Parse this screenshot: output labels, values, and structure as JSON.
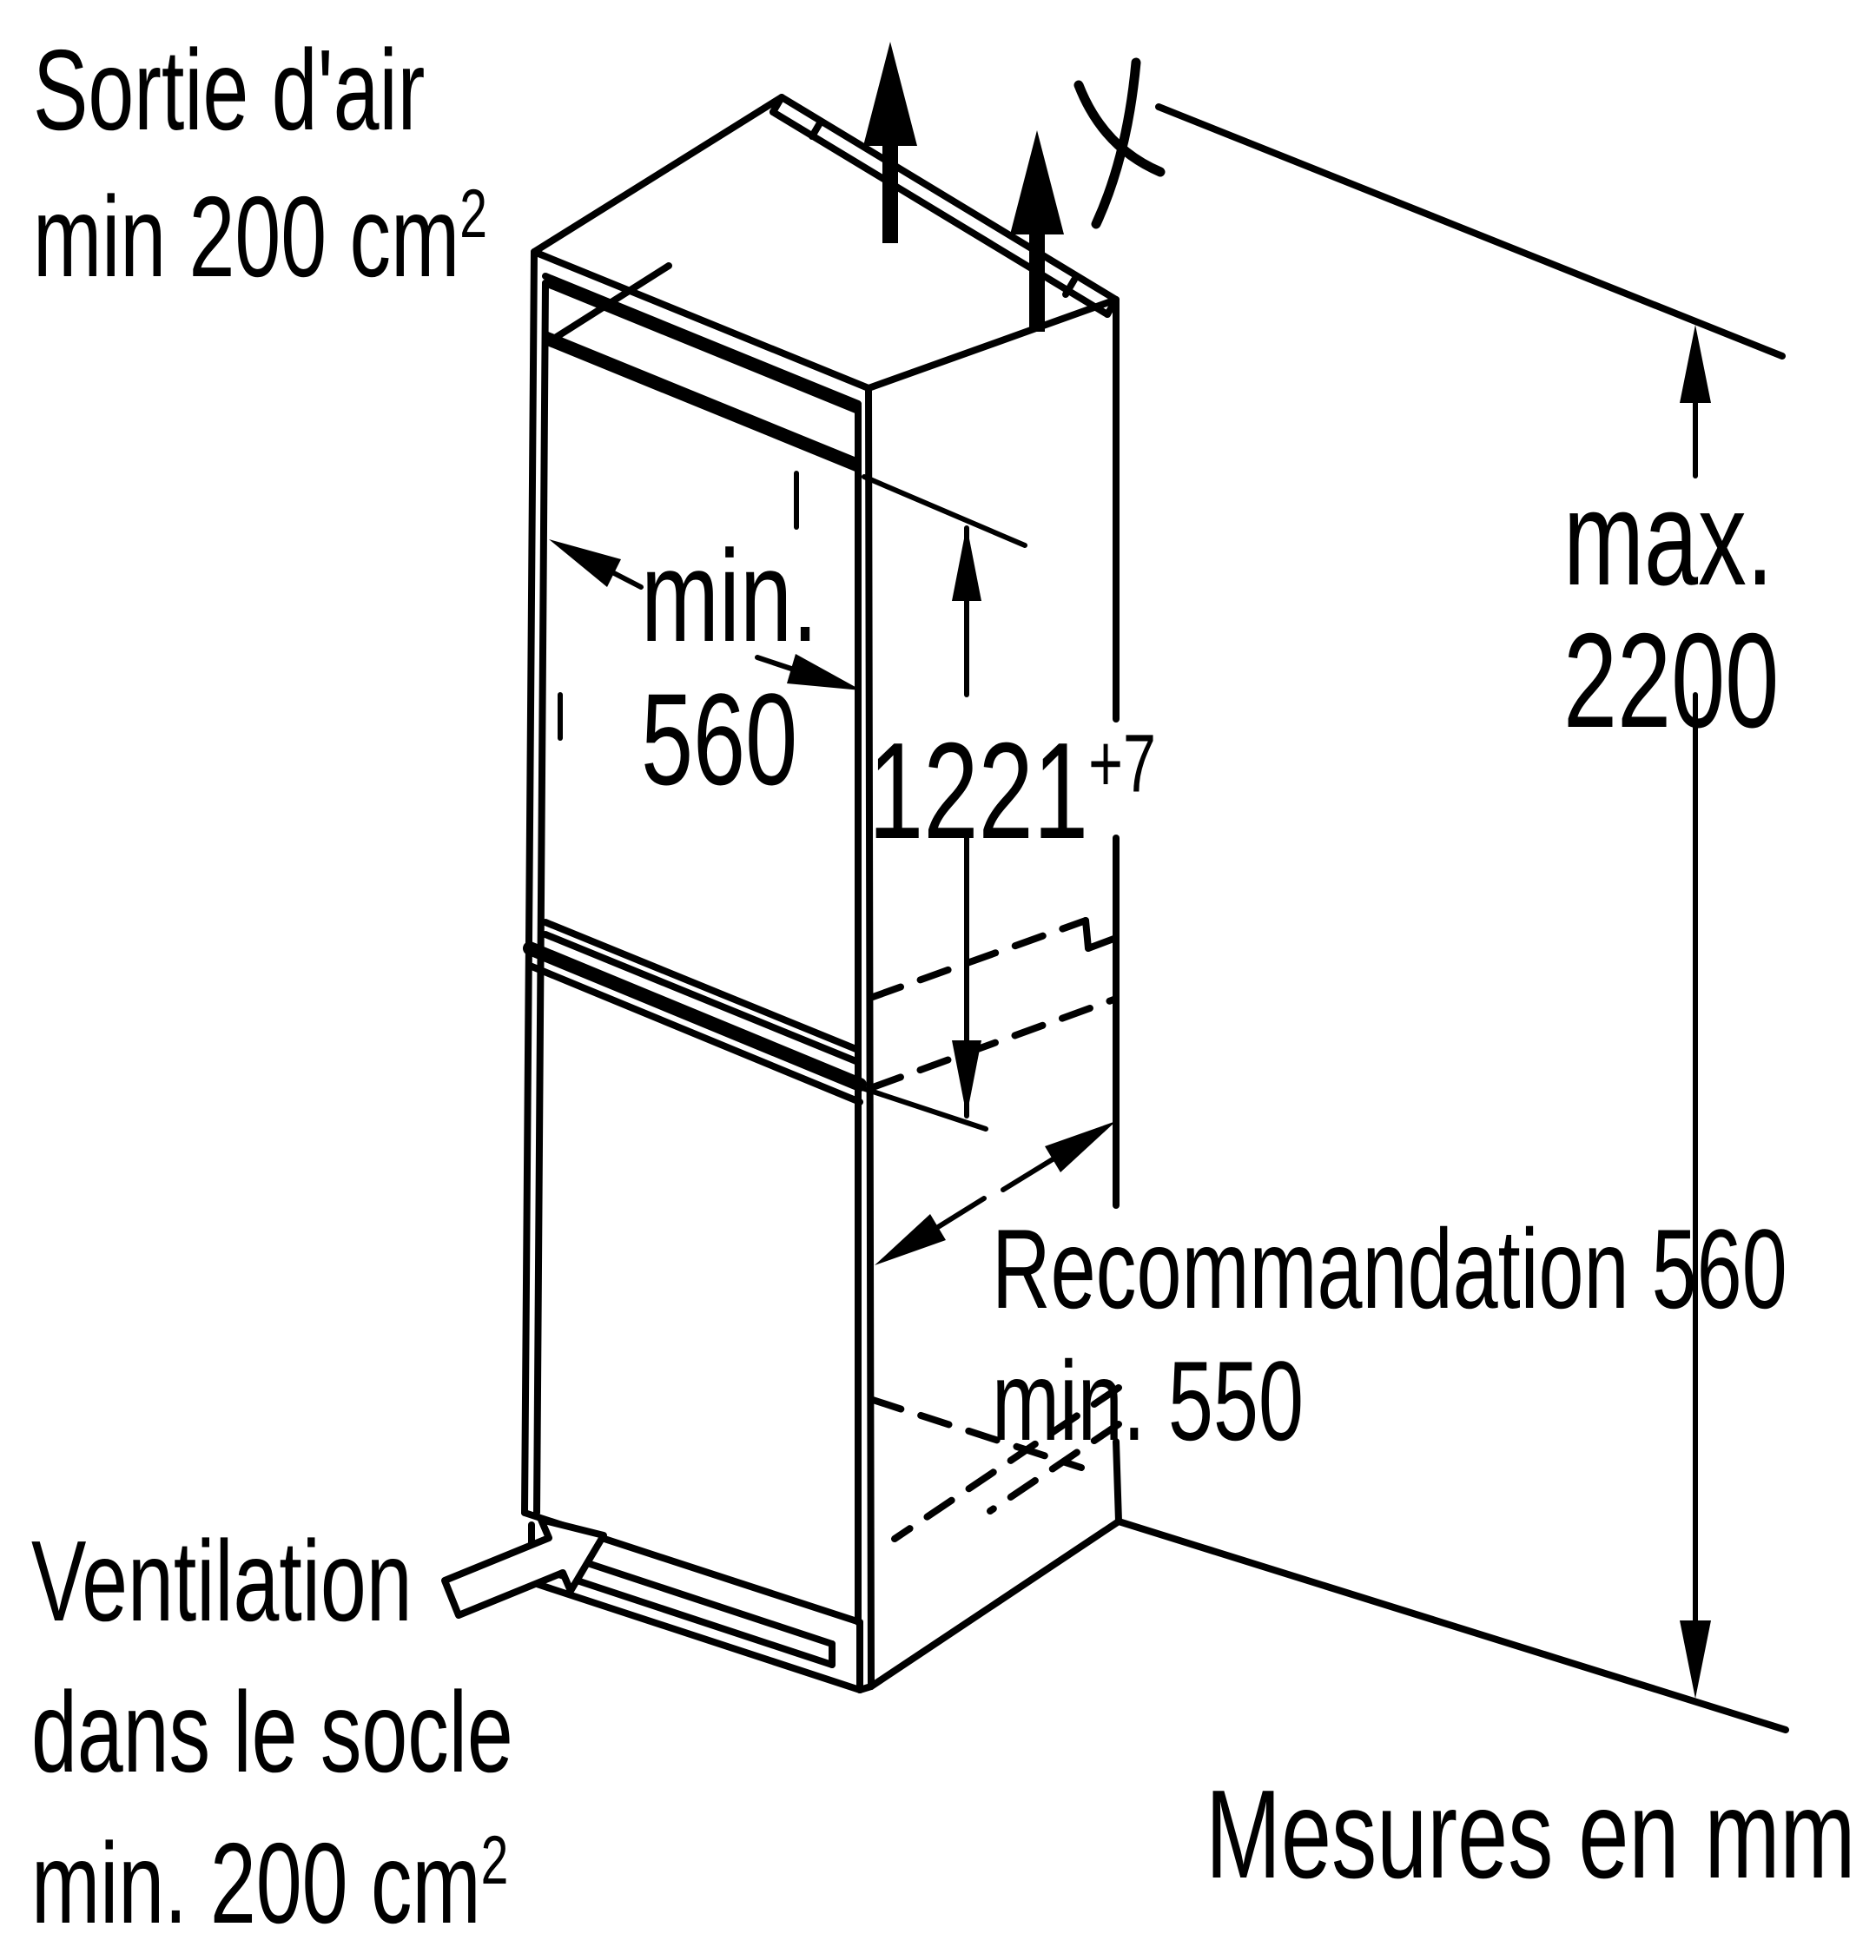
{
  "diagram": {
    "colors": {
      "line": "#000000",
      "background": "#ffffff"
    },
    "labels": {
      "air_outlet_line1": "Sortie d'air",
      "air_outlet_line2_base": "min 200 cm",
      "air_outlet_line2_sup": "2",
      "niche_width_line1": "min.",
      "niche_width_line2": "560",
      "niche_height_base": "1221",
      "niche_height_sup": "+7",
      "max_height_line1": "max.",
      "max_height_line2": "2200",
      "depth_recommended": "Recommandation 560",
      "depth_min": "min. 550",
      "plinth_vent_line1": "Ventilation",
      "plinth_vent_line2": "dans le socle",
      "plinth_vent_line3_base": "min. 200 cm",
      "plinth_vent_line3_sup": "2",
      "units_note": "Mesures en mm"
    },
    "icons": {
      "airflow_up_arrows": "airflow-up-arrow-icon",
      "cut_mark": "cut-mark-icon",
      "plinth_airflow_arrow": "ventilation-arrow-icon"
    }
  }
}
